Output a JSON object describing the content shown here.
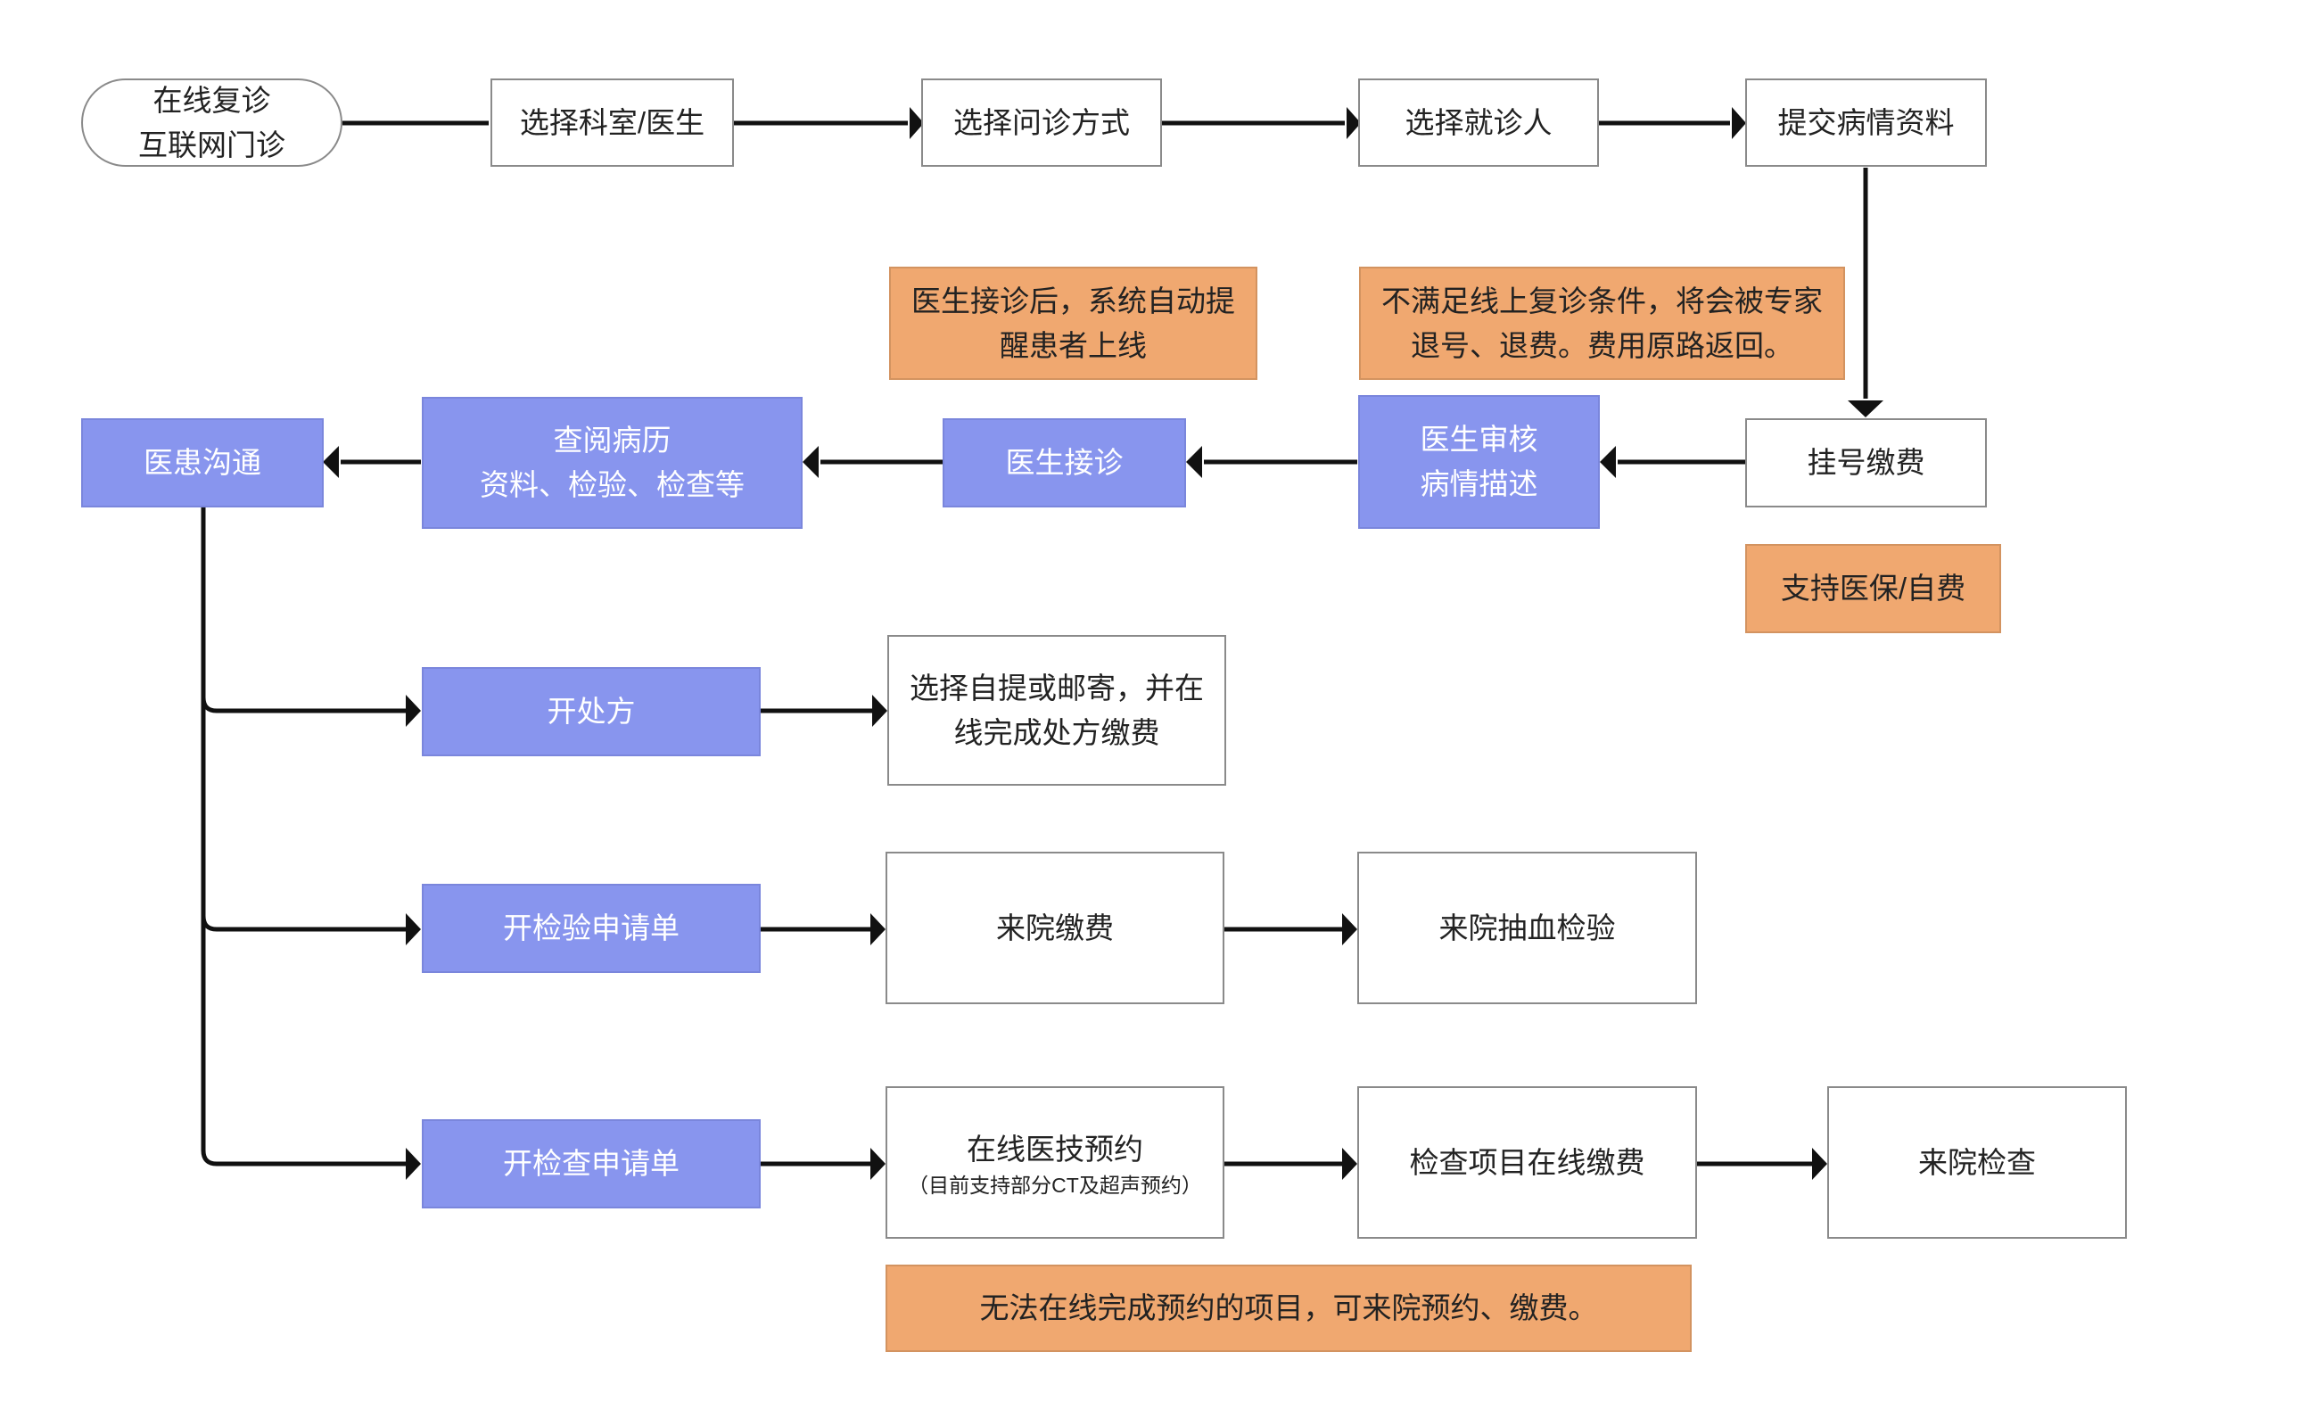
{
  "nodes": {
    "start": {
      "line1": "在线复诊",
      "line2": "互联网门诊"
    },
    "dept": "选择科室/医生",
    "mode": "选择问诊方式",
    "patient": "选择就诊人",
    "submit": "提交病情资料",
    "register": "挂号缴费",
    "review": {
      "line1": "医生审核",
      "line2": "病情描述"
    },
    "accept": "医生接诊",
    "records": {
      "line1": "查阅病历",
      "line2": "资料、检验、检查等"
    },
    "communicate": "医患沟通",
    "prescribe": "开处方",
    "rx_choice": {
      "line1": "选择自提或邮寄，并在",
      "line2": "线完成处方缴费"
    },
    "lab_order": "开检验申请单",
    "lab_pay": "来院缴费",
    "lab_draw": "来院抽血检验",
    "exam_order": "开检查申请单",
    "exam_book": {
      "line1": "在线医技预约",
      "line2": "（目前支持部分CT及超声预约）"
    },
    "exam_pay": "检查项目在线缴费",
    "exam_visit": "来院检查"
  },
  "notes": {
    "remind": {
      "line1": "医生接诊后，系统自动提",
      "line2": "醒患者上线"
    },
    "reject": {
      "line1": "不满足线上复诊条件，将会被专家",
      "line2": "退号、退费。费用原路返回。"
    },
    "insurance": "支持医保/自费",
    "offline": "无法在线完成预约的项目，可来院预约、缴费。"
  },
  "colors": {
    "process_blue": "#8895ee",
    "note_orange": "#f0a870",
    "border_grey": "#8a8a8a",
    "arrow": "#111111"
  }
}
